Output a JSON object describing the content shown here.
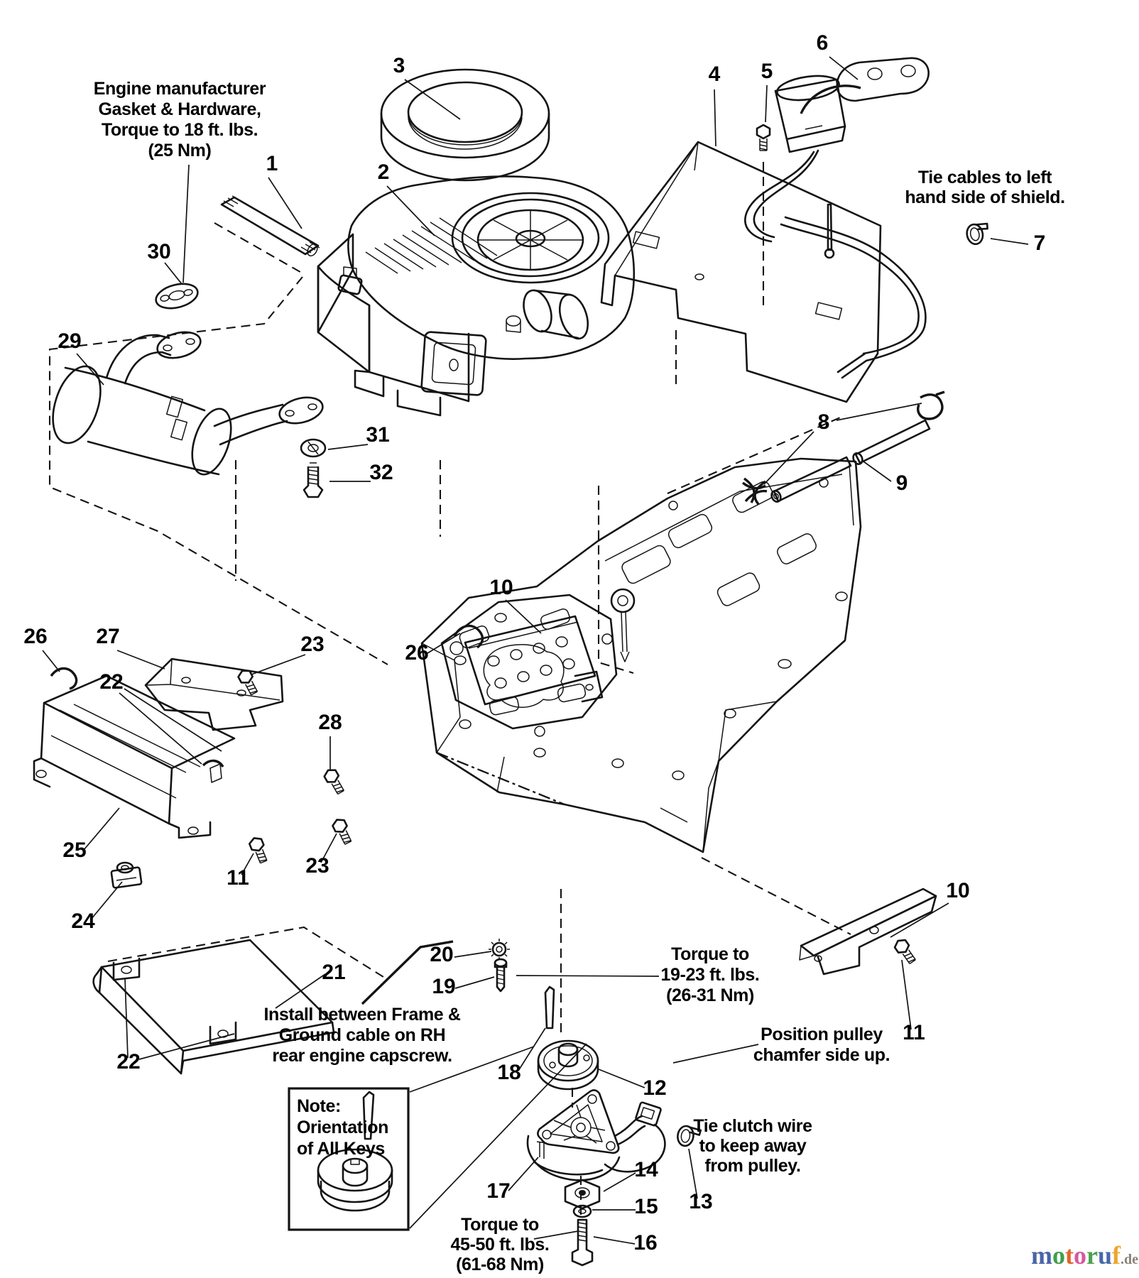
{
  "watermark": {
    "letters": [
      {
        "ch": "m",
        "css": "color:#4a63a8"
      },
      {
        "ch": "o",
        "css": "color:#3fa04b"
      },
      {
        "ch": "t",
        "css": "color:#e2662a"
      },
      {
        "ch": "o",
        "css": "color:#d8579e"
      },
      {
        "ch": "r",
        "css": "color:#48a14f"
      },
      {
        "ch": "u",
        "css": "color:#4668ac"
      },
      {
        "ch": "f",
        "css": "color:#eda52b"
      }
    ],
    "suffix": ".de"
  },
  "annotations": {
    "gasket_note": {
      "lines": [
        "Engine manufacturer",
        "Gasket & Hardware,",
        "Torque to 18 ft. lbs.",
        "(25 Nm)"
      ]
    },
    "tie_cables": {
      "lines": [
        "Tie cables to left",
        "hand side of shield."
      ]
    },
    "install_ground": {
      "lines": [
        "Install between Frame &",
        "Ground cable on RH",
        "rear engine capscrew."
      ]
    },
    "torque_19_23": {
      "lines": [
        "Torque to",
        "19-23 ft. lbs.",
        "(26-31 Nm)"
      ]
    },
    "position_pulley": {
      "lines": [
        "Position pulley",
        "chamfer side up."
      ]
    },
    "tie_clutch": {
      "lines": [
        "Tie clutch wire",
        "to keep away",
        "from pulley."
      ]
    },
    "torque_45_50": {
      "lines": [
        "Torque to",
        "45-50 ft. lbs.",
        "(61-68 Nm)"
      ]
    },
    "key_note": {
      "lines": [
        "Note:",
        "Orientation",
        "of All Keys"
      ]
    }
  },
  "part_labels": [
    {
      "n": "1"
    },
    {
      "n": "2"
    },
    {
      "n": "3"
    },
    {
      "n": "4"
    },
    {
      "n": "5"
    },
    {
      "n": "6"
    },
    {
      "n": "7"
    },
    {
      "n": "8"
    },
    {
      "n": "9"
    },
    {
      "n": "10"
    },
    {
      "n": "26"
    },
    {
      "n": "26"
    },
    {
      "n": "27"
    },
    {
      "n": "22"
    },
    {
      "n": "23"
    },
    {
      "n": "28"
    },
    {
      "n": "25"
    },
    {
      "n": "24"
    },
    {
      "n": "11"
    },
    {
      "n": "23"
    },
    {
      "n": "29"
    },
    {
      "n": "30"
    },
    {
      "n": "31"
    },
    {
      "n": "32"
    },
    {
      "n": "10"
    },
    {
      "n": "11"
    },
    {
      "n": "21"
    },
    {
      "n": "22"
    },
    {
      "n": "20"
    },
    {
      "n": "19"
    },
    {
      "n": "18"
    },
    {
      "n": "12"
    },
    {
      "n": "17"
    },
    {
      "n": "14"
    },
    {
      "n": "15"
    },
    {
      "n": "16"
    },
    {
      "n": "13"
    }
  ]
}
